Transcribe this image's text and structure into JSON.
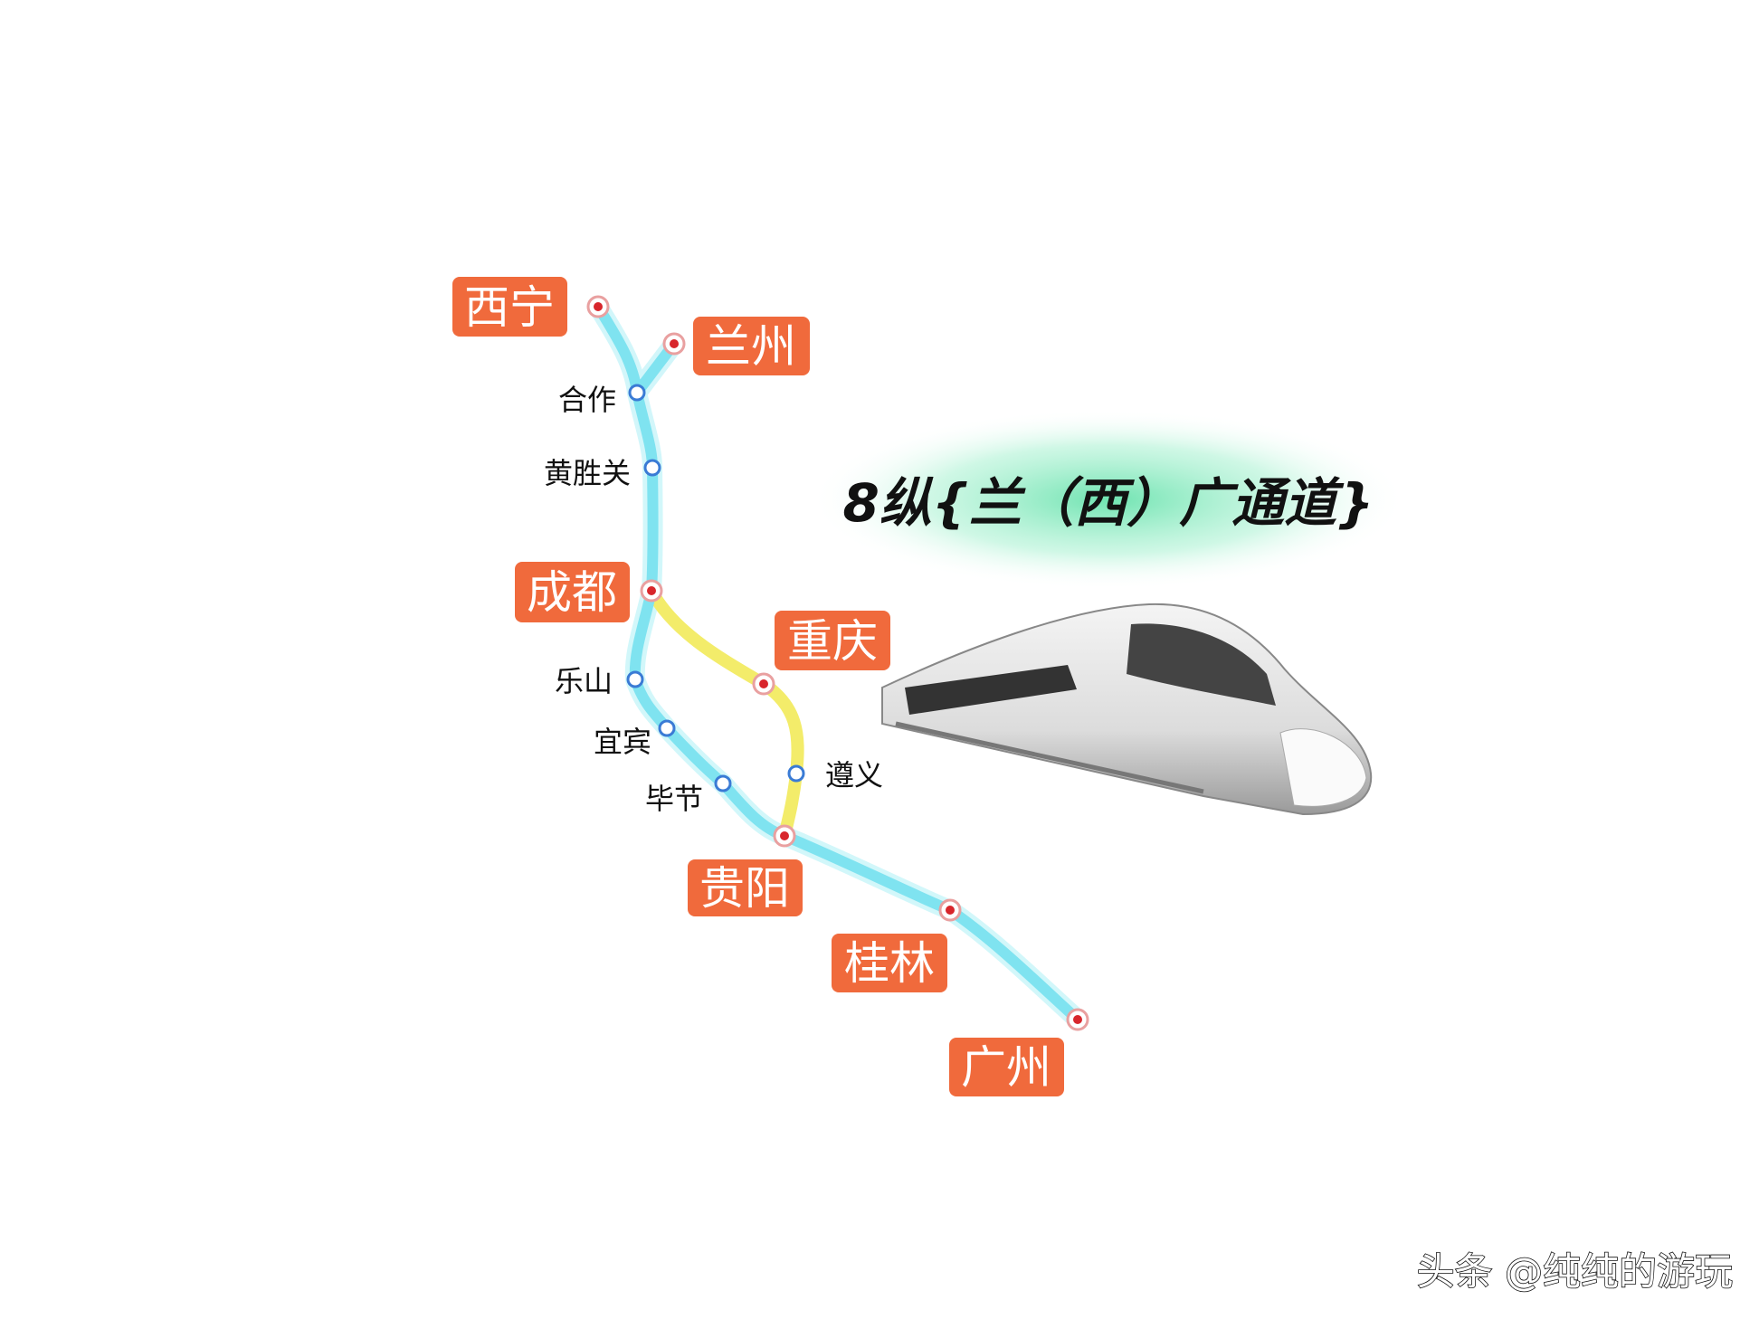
{
  "title": "8纵{兰（西）广通道}",
  "watermark": "头条 @纯纯的游玩",
  "colors": {
    "main_line": "#7fe3f0",
    "branch_line": "#f3ec6a",
    "label_bg": "#f06a3c",
    "major_dot": "#d8262c",
    "minor_dot": "#3a7bd5"
  },
  "major_stations": [
    "西宁",
    "兰州",
    "成都",
    "重庆",
    "贵阳",
    "桂林",
    "广州"
  ],
  "minor_stations": [
    "合作",
    "黄胜关",
    "乐山",
    "宜宾",
    "毕节",
    "遵义"
  ]
}
